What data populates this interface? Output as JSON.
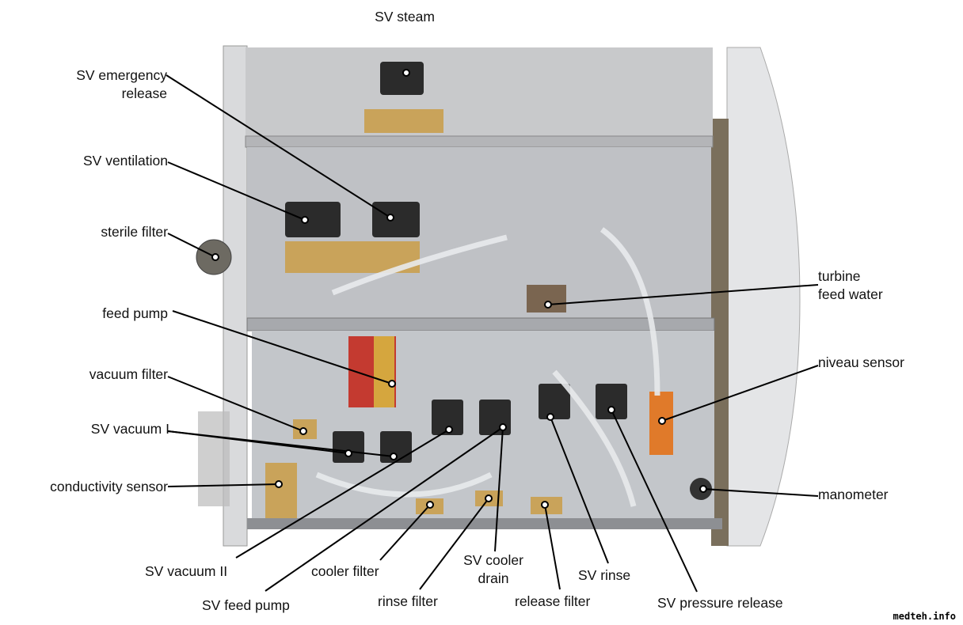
{
  "labels": {
    "sv_steam": "SV steam",
    "sv_emergency_release": [
      "SV emergency",
      "release"
    ],
    "sv_ventilation": "SV ventilation",
    "sterile_filter": "sterile filter",
    "feed_pump": "feed pump",
    "vacuum_filter": "vacuum filter",
    "sv_vacuum_1": "SV vacuum I",
    "conductivity_sensor": "conductivity sensor",
    "sv_vacuum_2": "SV vacuum II",
    "sv_feed_pump": "SV feed pump",
    "cooler_filter": "cooler filter",
    "rinse_filter": "rinse filter",
    "sv_cooler_drain": [
      "SV cooler",
      "drain"
    ],
    "release_filter": "release filter",
    "sv_rinse": "SV rinse",
    "sv_pressure_release": "SV pressure release",
    "turbine_feed_water": [
      "turbine",
      "feed water"
    ],
    "niveau_sensor": "niveau sensor",
    "manometer": "manometer"
  },
  "watermark": "medteh.info"
}
